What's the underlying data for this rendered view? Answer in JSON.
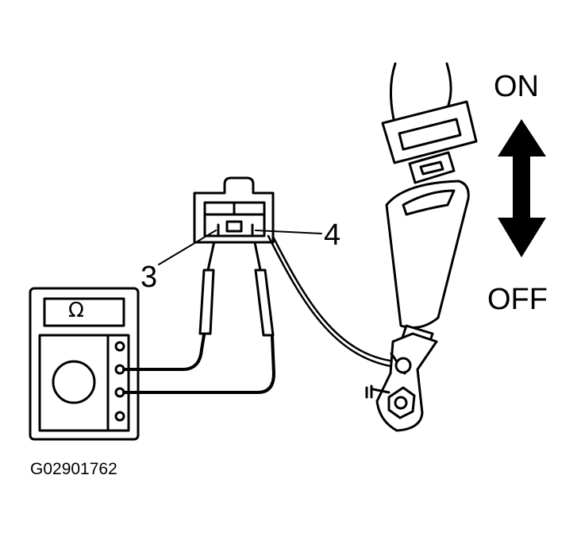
{
  "labels": {
    "on": "ON",
    "off": "OFF",
    "terminal_3": "3",
    "terminal_4": "4",
    "figure_code": "G02901762",
    "ohm_symbol": "Ω"
  },
  "icons": {
    "meter": "ohmmeter-icon",
    "arrow": "double-arrow-icon"
  },
  "colors": {
    "line": "#000000",
    "background": "#ffffff"
  }
}
